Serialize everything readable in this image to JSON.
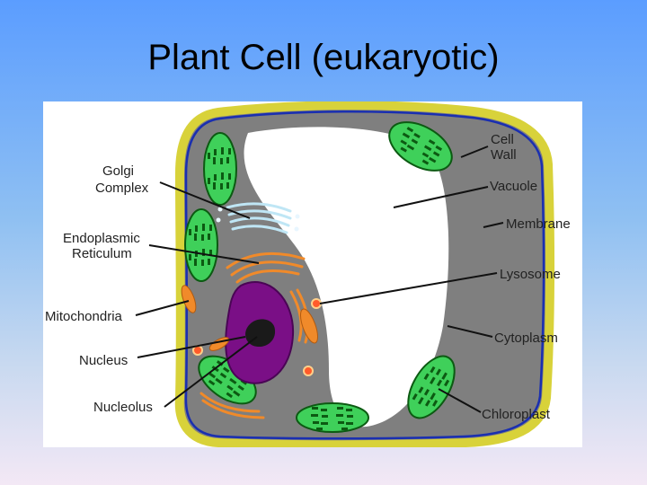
{
  "slide": {
    "title": "Plant Cell (eukaryotic)"
  },
  "diagram": {
    "labels": {
      "golgi_l1": "Golgi",
      "golgi_l2": "Complex",
      "er_l1": "Endoplasmic",
      "er_l2": "Reticulum",
      "mitochondria": "Mitochondria",
      "nucleus": "Nucleus",
      "nucleolus": "Nucleolus",
      "cellwall_l1": "Cell",
      "cellwall_l2": "Wall",
      "vacuole": "Vacuole",
      "membrane": "Membrane",
      "lysosome": "Lysosome",
      "cytoplasm": "Cytoplasm",
      "chloroplast": "Chloroplast"
    },
    "colors": {
      "cell_wall": "#d8d23a",
      "membrane": "#1a2fb0",
      "cytoplasm": "#7f7f7f",
      "vacuole": "#ffffff",
      "chloroplast": "#3fd05a",
      "nucleus": "#7a0f86",
      "nucleolus": "#1a1a1a",
      "mitochondria": "#f08a2a",
      "lysosome": "#ff5a2a",
      "golgi": "#bfe6f5"
    }
  }
}
